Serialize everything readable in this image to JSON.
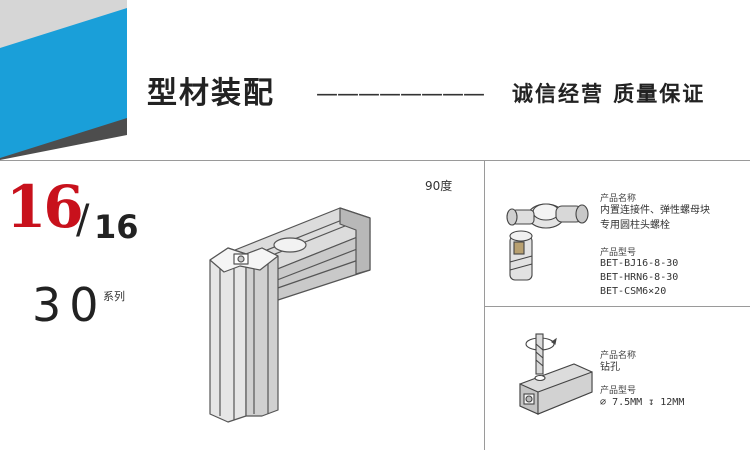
{
  "header": {
    "title": "型材装配",
    "dash_line": "————————",
    "slogan": "诚信经营 质量保证"
  },
  "profile": {
    "size_big": "16",
    "size_slash": "/",
    "size_small": "16",
    "series_number": "30",
    "series_label": "系列"
  },
  "assembly": {
    "angle_label": "90度"
  },
  "fastener": {
    "name_heading": "产品名称",
    "name_line1": "内置连接件、弹性螺母块",
    "name_line2": "专用圆柱头螺栓",
    "model_heading": "产品型号",
    "models": [
      "BET-BJ16-8-30",
      "BET-HRN6-8-30",
      "BET-CSM6×20"
    ]
  },
  "drilling": {
    "name_heading": "产品名称",
    "name": "钻孔",
    "model_heading": "产品型号",
    "dia_symbol": "∅",
    "dia_value": "7.5MM",
    "depth_symbol": "↧",
    "depth_value": "12MM"
  },
  "colors": {
    "banner_blue": "#1a9fd9",
    "banner_dark": "#4d4d4d",
    "banner_gray": "#d6d6d6",
    "size_red": "#c8111c"
  }
}
